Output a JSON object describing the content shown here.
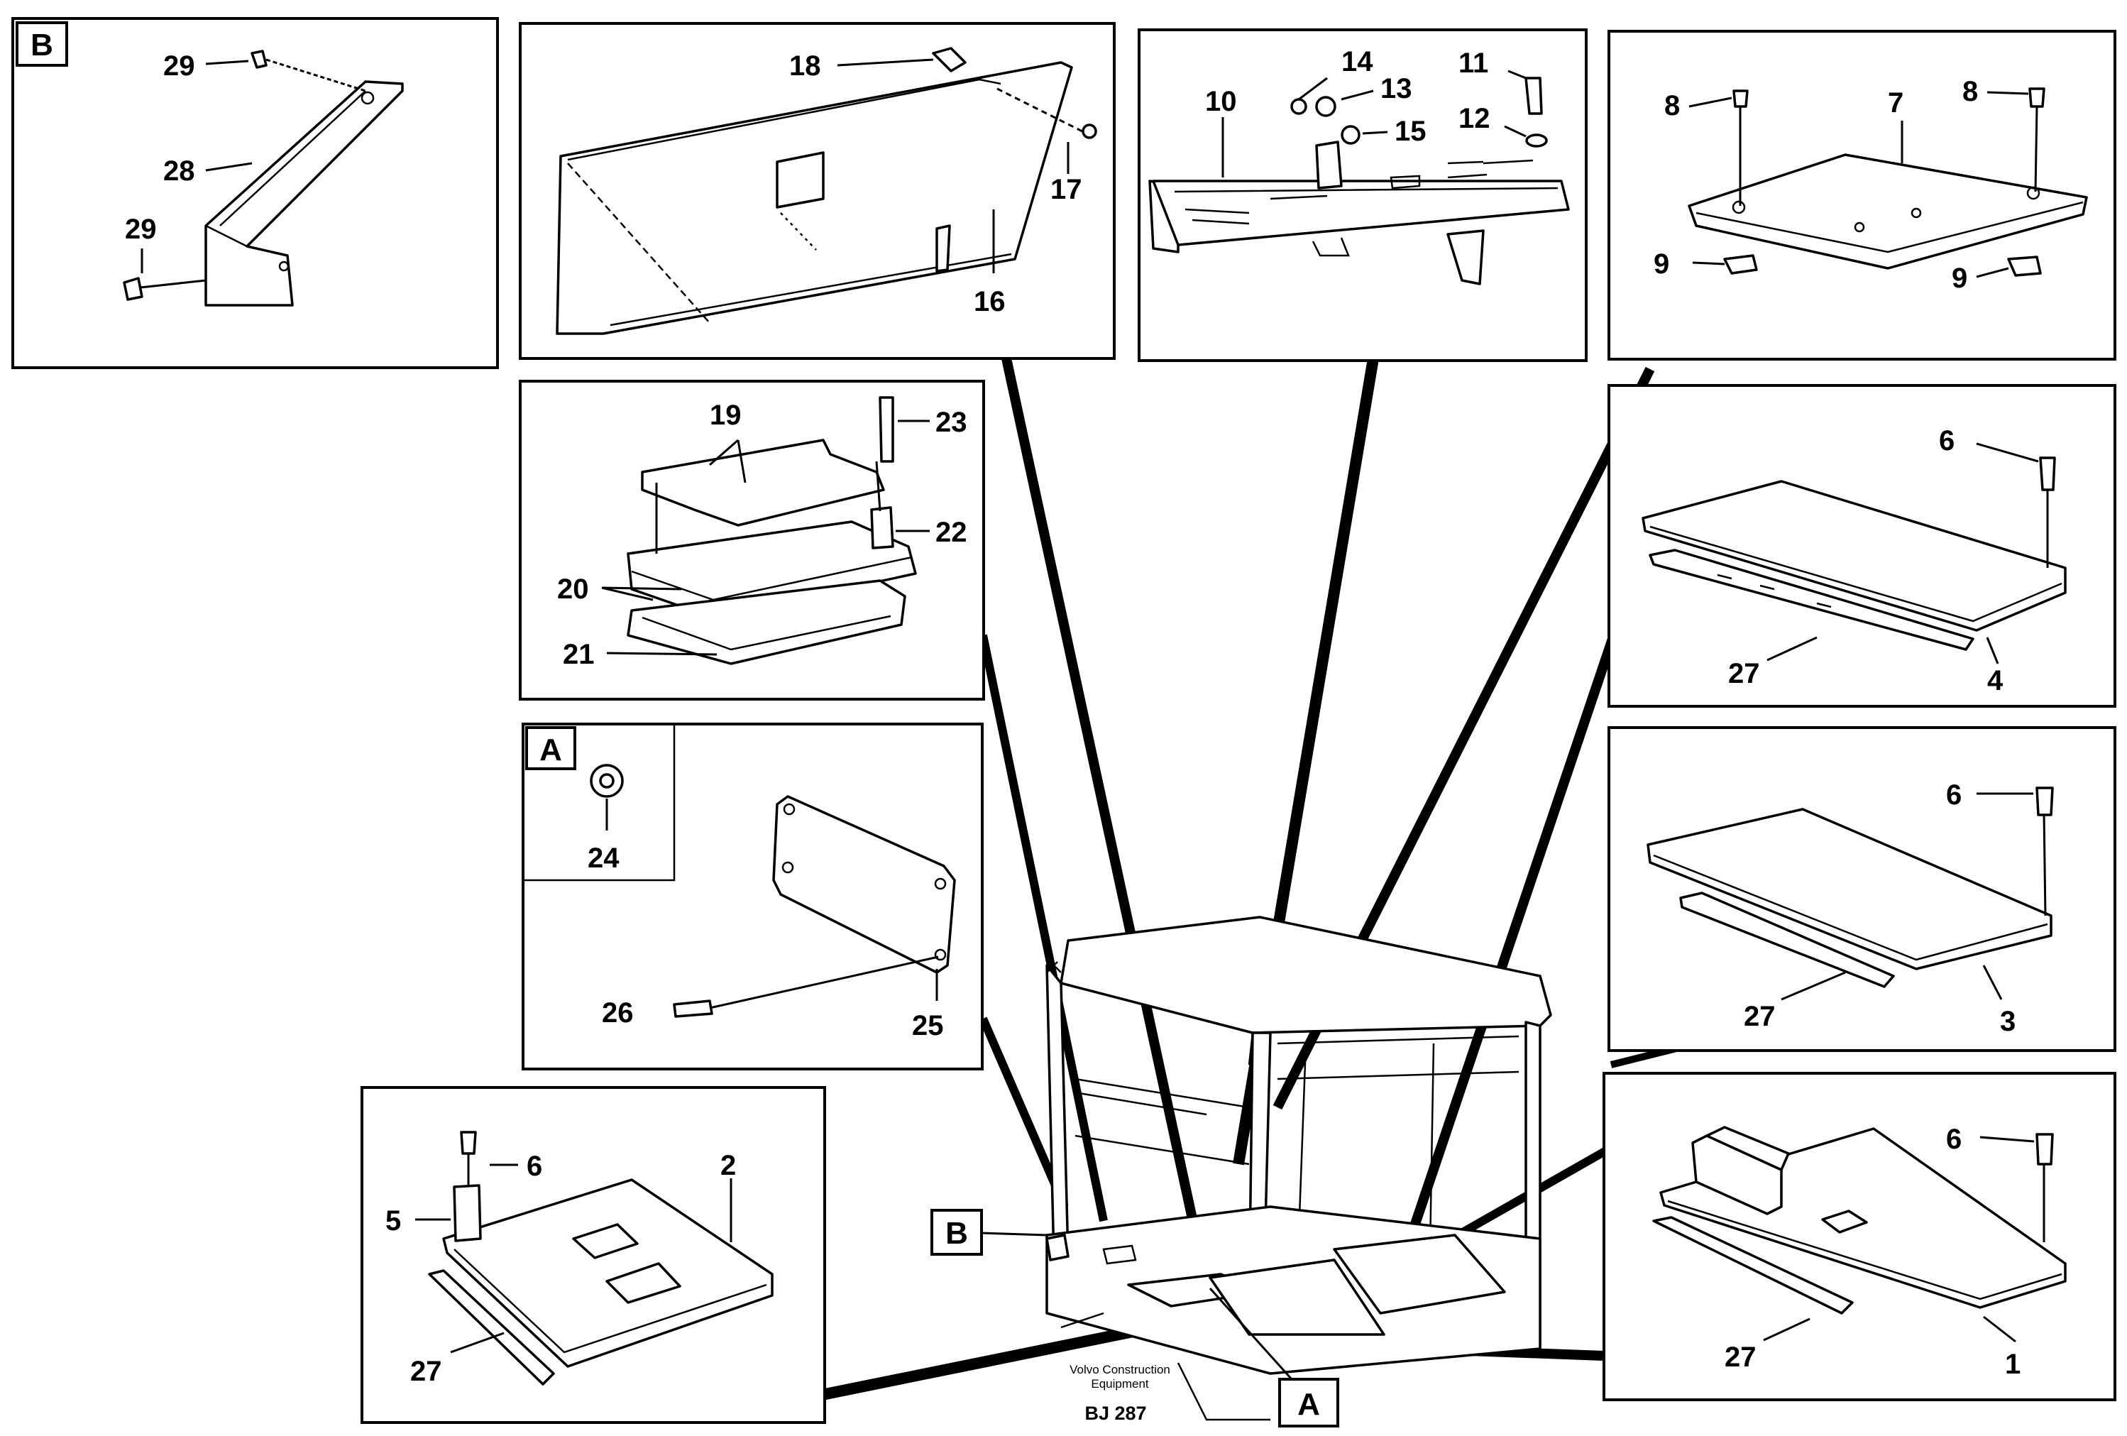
{
  "diagram": {
    "view_labels": {
      "view_a": "A",
      "view_b": "B"
    },
    "part_numbers": [
      "1",
      "2",
      "3",
      "4",
      "5",
      "6",
      "7",
      "8",
      "9",
      "10",
      "11",
      "12",
      "13",
      "14",
      "15",
      "16",
      "17",
      "18",
      "19",
      "20",
      "21",
      "22",
      "23",
      "24",
      "25",
      "26",
      "27",
      "28",
      "29"
    ],
    "panels": {
      "view_b_bracket": {
        "label": "B",
        "parts": [
          "29",
          "28",
          "29"
        ]
      },
      "side_panel": {
        "parts": [
          "18",
          "17",
          "16"
        ]
      },
      "upper_plate": {
        "parts": [
          "14",
          "13",
          "15",
          "11",
          "12",
          "10"
        ]
      },
      "top_plate": {
        "parts": [
          "8",
          "7",
          "8",
          "9",
          "9"
        ]
      },
      "mat_assembly": {
        "parts": [
          "19",
          "23",
          "22",
          "20",
          "21"
        ]
      },
      "plate_4": {
        "parts": [
          "6",
          "27",
          "4"
        ]
      },
      "view_a_cover": {
        "label": "A",
        "parts": [
          "24",
          "26",
          "25"
        ]
      },
      "plate_3": {
        "parts": [
          "6",
          "27",
          "3"
        ]
      },
      "plate_2": {
        "parts": [
          "6",
          "2",
          "5",
          "27"
        ]
      },
      "plate_1": {
        "parts": [
          "6",
          "27",
          "1"
        ]
      }
    },
    "caption_line1": "Volvo Construction",
    "caption_line2": "Equipment",
    "code": "BJ 287"
  },
  "colors": {
    "ink": "#000000",
    "paper": "#ffffff"
  }
}
